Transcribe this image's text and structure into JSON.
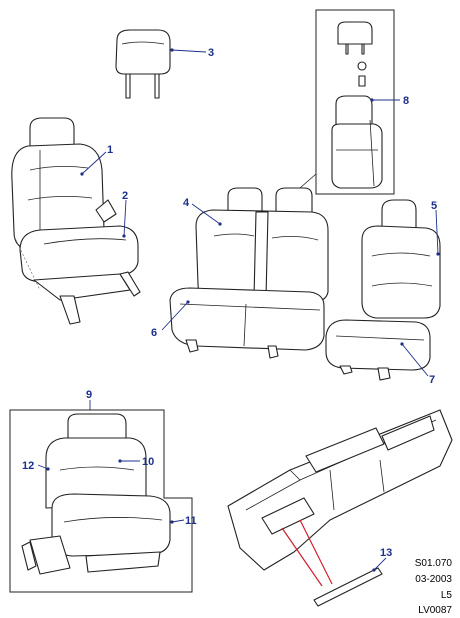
{
  "callouts": [
    "1",
    "2",
    "3",
    "4",
    "5",
    "6",
    "7",
    "8",
    "9",
    "10",
    "11",
    "12",
    "13"
  ],
  "reference": {
    "code": "S01.070",
    "date": "03-2003",
    "level": "L5",
    "drawing": "LV0087"
  }
}
